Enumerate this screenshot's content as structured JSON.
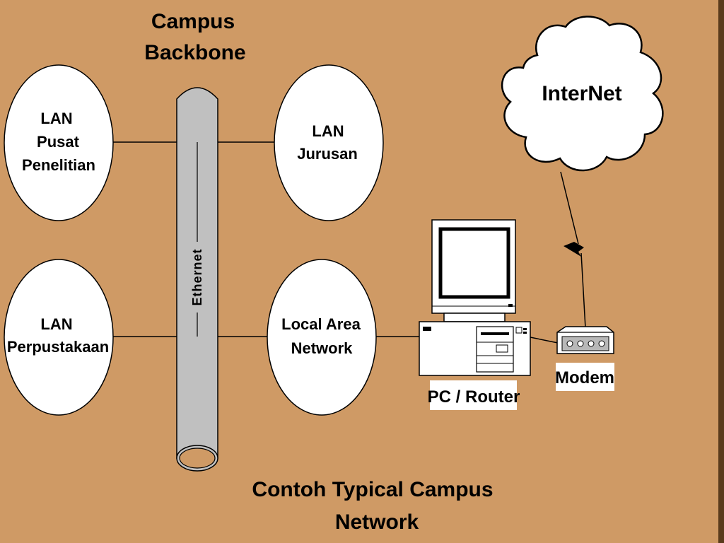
{
  "backbone": {
    "title_line1": "Campus",
    "title_line2": "Backbone",
    "cable_label": "Ethernet"
  },
  "nodes": {
    "lan_pusat": {
      "line1": "LAN",
      "line2": "Pusat",
      "line3": "Penelitian"
    },
    "lan_jurusan": {
      "line1": "LAN",
      "line2": "Jurusan"
    },
    "lan_perpustakaan": {
      "line1": "LAN",
      "line2": "Perpustakaan"
    },
    "local_area": {
      "line1": "Local Area",
      "line2": "Network"
    },
    "internet": {
      "label": "InterNet"
    },
    "pc_router": {
      "label": "PC / Router"
    },
    "modem": {
      "label": "Modem"
    }
  },
  "caption": {
    "line1": "Contoh Typical Campus",
    "line2": "Network"
  },
  "colors": {
    "background": "#CF9A65",
    "cable": "#C0C0C0",
    "node_fill": "#FFFFFF",
    "stroke": "#000000"
  }
}
